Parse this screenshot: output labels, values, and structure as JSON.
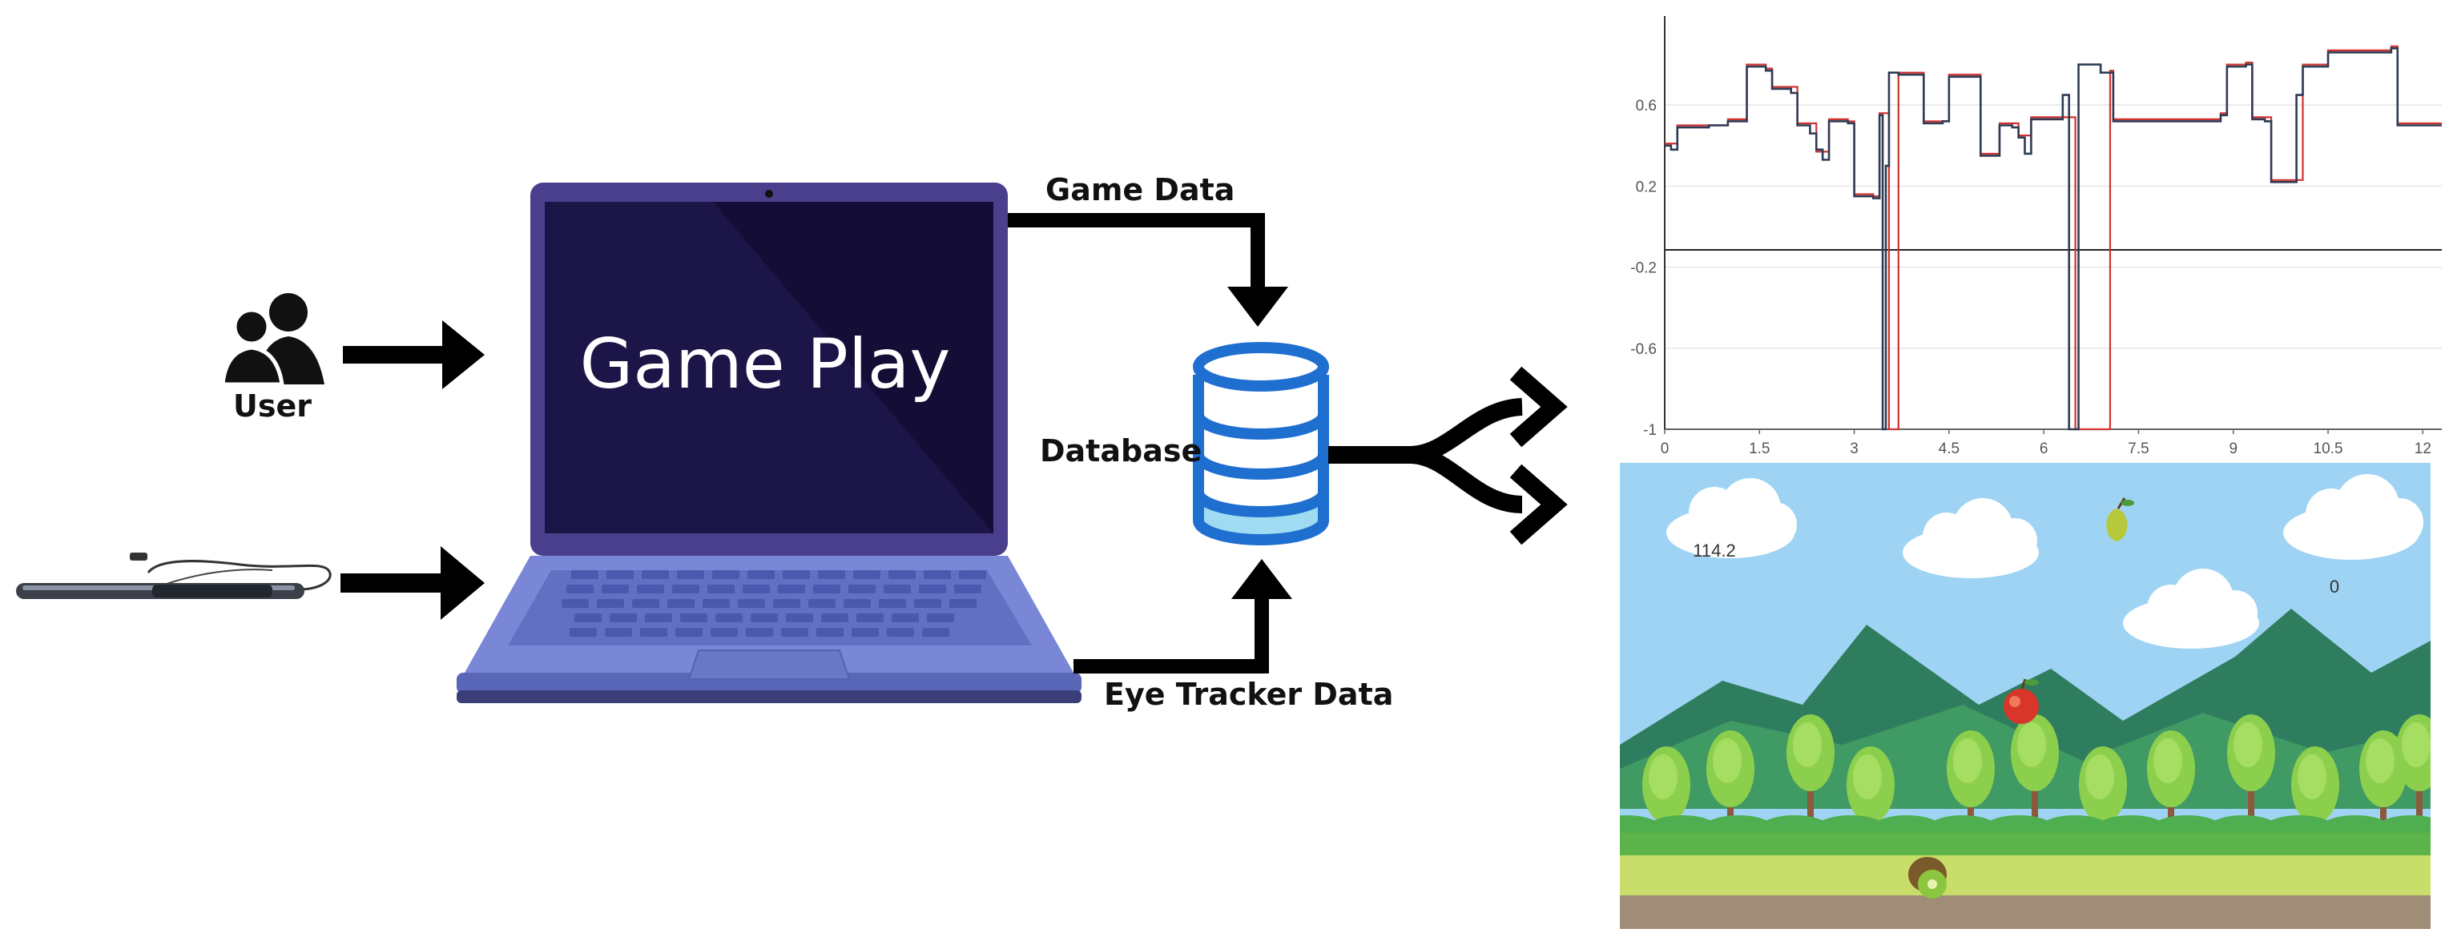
{
  "labels": {
    "user": "User",
    "game_play": "Game Play",
    "game_data": "Game Data",
    "database": "Database",
    "eye_tracker_data": "Eye Tracker Data"
  },
  "game_screen": {
    "left_value": "114.2",
    "right_value": "0",
    "fruits": [
      "pear-icon",
      "apple-icon",
      "kiwi-icon"
    ]
  },
  "colors": {
    "laptop_frame": "#4a3f8c",
    "laptop_screen": "#1c1547",
    "laptop_keyboard": "#7a86d6",
    "database_blue": "#1f6fd1",
    "database_fill": "#9fdcf2",
    "arrow": "#000000",
    "series_dark": "#2e3b55",
    "series_red": "#d0312d",
    "sky": "#9fd3f3",
    "mountain": "#2f7d5f",
    "grass": "#7cc95a",
    "ground": "#a08d78"
  },
  "chart_data": {
    "type": "line",
    "xlim": [
      0,
      12.3
    ],
    "ylim": [
      -1,
      1
    ],
    "x_ticks": [
      "0",
      "1.5",
      "3",
      "4.5",
      "6",
      "7.5",
      "9",
      "10.5",
      "12"
    ],
    "y_ticks": [
      "0.6",
      "0.2",
      "-0.2",
      "-0.6",
      "-1"
    ],
    "grid": true,
    "series": [
      {
        "color": "#2e3b55",
        "points": [
          [
            0,
            0.4
          ],
          [
            0.1,
            0.38
          ],
          [
            0.2,
            0.49
          ],
          [
            0.7,
            0.5
          ],
          [
            1.0,
            0.52
          ],
          [
            1.3,
            0.79
          ],
          [
            1.6,
            0.77
          ],
          [
            1.7,
            0.68
          ],
          [
            2.0,
            0.66
          ],
          [
            2.1,
            0.5
          ],
          [
            2.3,
            0.46
          ],
          [
            2.4,
            0.38
          ],
          [
            2.5,
            0.33
          ],
          [
            2.6,
            0.52
          ],
          [
            2.9,
            0.51
          ],
          [
            3.0,
            0.15
          ],
          [
            3.3,
            0.14
          ],
          [
            3.4,
            0.55
          ],
          [
            3.45,
            -1.0
          ],
          [
            3.5,
            0.3
          ],
          [
            3.55,
            0.76
          ],
          [
            3.6,
            0.76
          ],
          [
            3.7,
            0.75
          ],
          [
            4.0,
            0.75
          ],
          [
            4.1,
            0.51
          ],
          [
            4.4,
            0.52
          ],
          [
            4.5,
            0.74
          ],
          [
            4.9,
            0.74
          ],
          [
            5.0,
            0.35
          ],
          [
            5.2,
            0.35
          ],
          [
            5.3,
            0.5
          ],
          [
            5.5,
            0.49
          ],
          [
            5.6,
            0.44
          ],
          [
            5.7,
            0.36
          ],
          [
            5.8,
            0.53
          ],
          [
            6.2,
            0.53
          ],
          [
            6.3,
            0.65
          ],
          [
            6.4,
            -1.0
          ],
          [
            6.5,
            -1.0
          ],
          [
            6.55,
            0.8
          ],
          [
            6.9,
            0.76
          ],
          [
            7.0,
            0.76
          ],
          [
            7.1,
            0.52
          ],
          [
            8.8,
            0.55
          ],
          [
            8.9,
            0.79
          ],
          [
            9.2,
            0.8
          ],
          [
            9.3,
            0.53
          ],
          [
            9.5,
            0.52
          ],
          [
            9.6,
            0.22
          ],
          [
            9.9,
            0.22
          ],
          [
            10.0,
            0.65
          ],
          [
            10.1,
            0.79
          ],
          [
            10.5,
            0.86
          ],
          [
            11.5,
            0.88
          ],
          [
            11.6,
            0.5
          ],
          [
            12.3,
            0.5
          ]
        ]
      },
      {
        "color": "#d0312d",
        "points": [
          [
            0,
            0.41
          ],
          [
            0.2,
            0.5
          ],
          [
            1.0,
            0.53
          ],
          [
            1.3,
            0.8
          ],
          [
            1.6,
            0.78
          ],
          [
            1.7,
            0.69
          ],
          [
            2.1,
            0.51
          ],
          [
            2.4,
            0.37
          ],
          [
            2.6,
            0.53
          ],
          [
            2.9,
            0.52
          ],
          [
            3.0,
            0.16
          ],
          [
            3.3,
            0.15
          ],
          [
            3.4,
            0.56
          ],
          [
            3.55,
            -1.0
          ],
          [
            3.65,
            -1.0
          ],
          [
            3.7,
            0.76
          ],
          [
            4.0,
            0.76
          ],
          [
            4.1,
            0.52
          ],
          [
            4.5,
            0.75
          ],
          [
            4.9,
            0.75
          ],
          [
            5.0,
            0.36
          ],
          [
            5.3,
            0.51
          ],
          [
            5.6,
            0.45
          ],
          [
            5.8,
            0.54
          ],
          [
            6.2,
            0.54
          ],
          [
            6.5,
            -1.0
          ],
          [
            7.0,
            -1.0
          ],
          [
            7.05,
            0.77
          ],
          [
            7.1,
            0.53
          ],
          [
            8.8,
            0.56
          ],
          [
            8.9,
            0.8
          ],
          [
            9.2,
            0.81
          ],
          [
            9.3,
            0.54
          ],
          [
            9.6,
            0.23
          ],
          [
            9.9,
            0.23
          ],
          [
            10.1,
            0.8
          ],
          [
            10.5,
            0.87
          ],
          [
            11.5,
            0.89
          ],
          [
            11.6,
            0.51
          ],
          [
            12.3,
            0.51
          ]
        ]
      }
    ]
  }
}
